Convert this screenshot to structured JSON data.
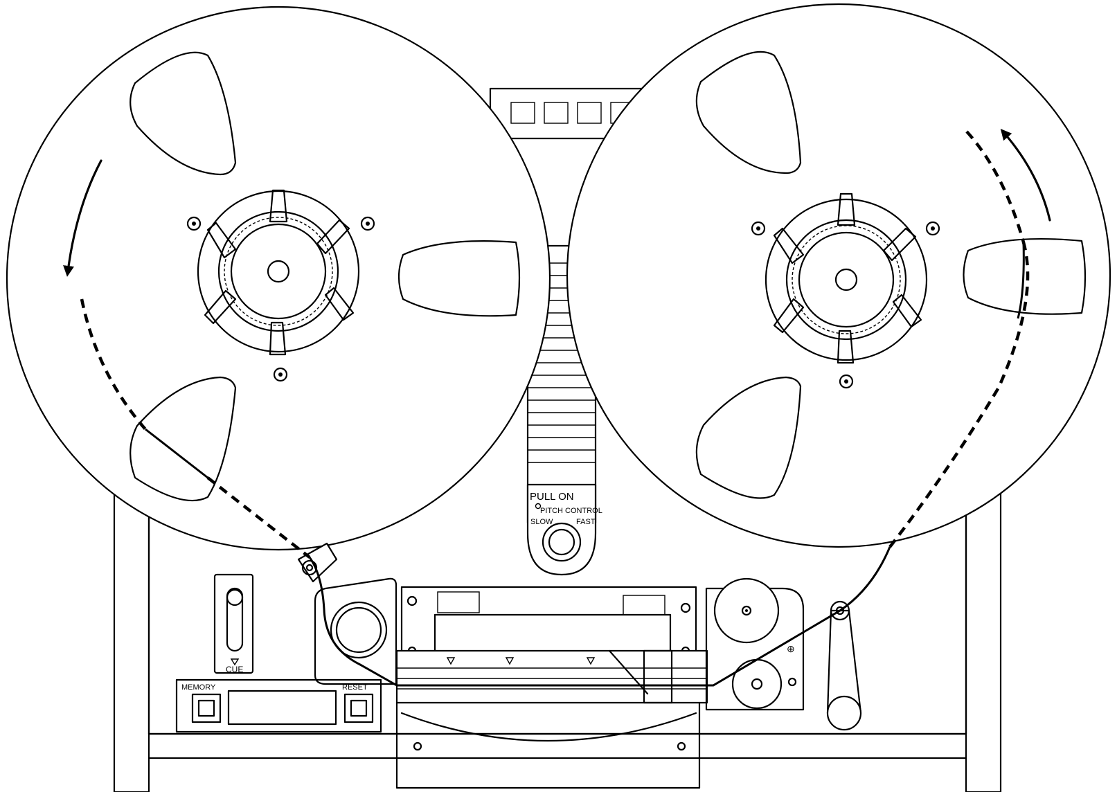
{
  "labels": {
    "pull_on": "PULL ON",
    "pitch_control": "PITCH CONTROL",
    "pitch_left": "SLOW",
    "pitch_right": "FAST",
    "cue": "CUE",
    "memory": "MEMORY",
    "reset": "RESET"
  },
  "colors": {
    "ink": "#000000",
    "paper": "#ffffff"
  },
  "icons": {
    "supply_direction": "counterclockwise-arrow-icon",
    "takeup_direction": "clockwise-arrow-icon",
    "head_markers": "triangle-down-icon"
  }
}
